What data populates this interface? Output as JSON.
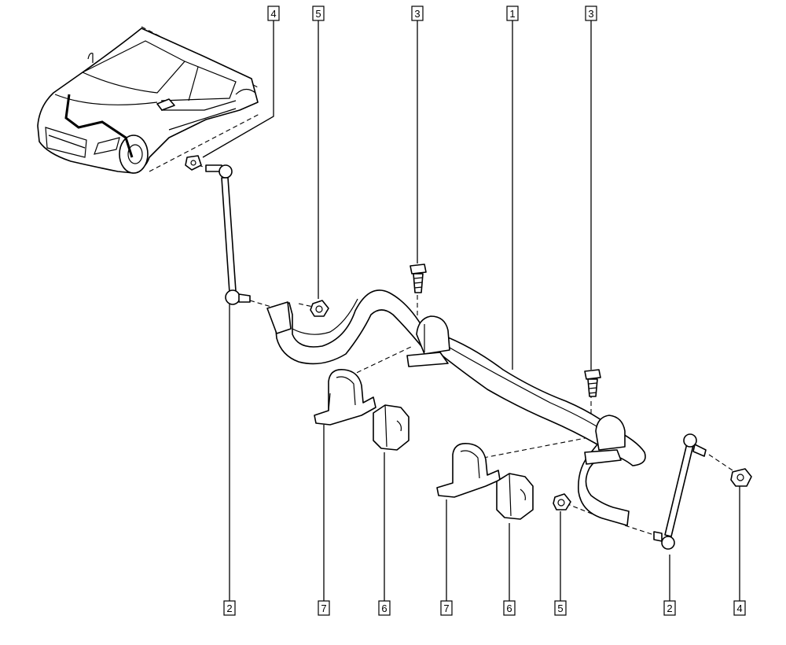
{
  "diagram": {
    "callouts_top": [
      "4",
      "5",
      "3",
      "1",
      "3"
    ],
    "callouts_bottom": [
      "2",
      "7",
      "6",
      "7",
      "6",
      "5",
      "2",
      "4"
    ]
  }
}
